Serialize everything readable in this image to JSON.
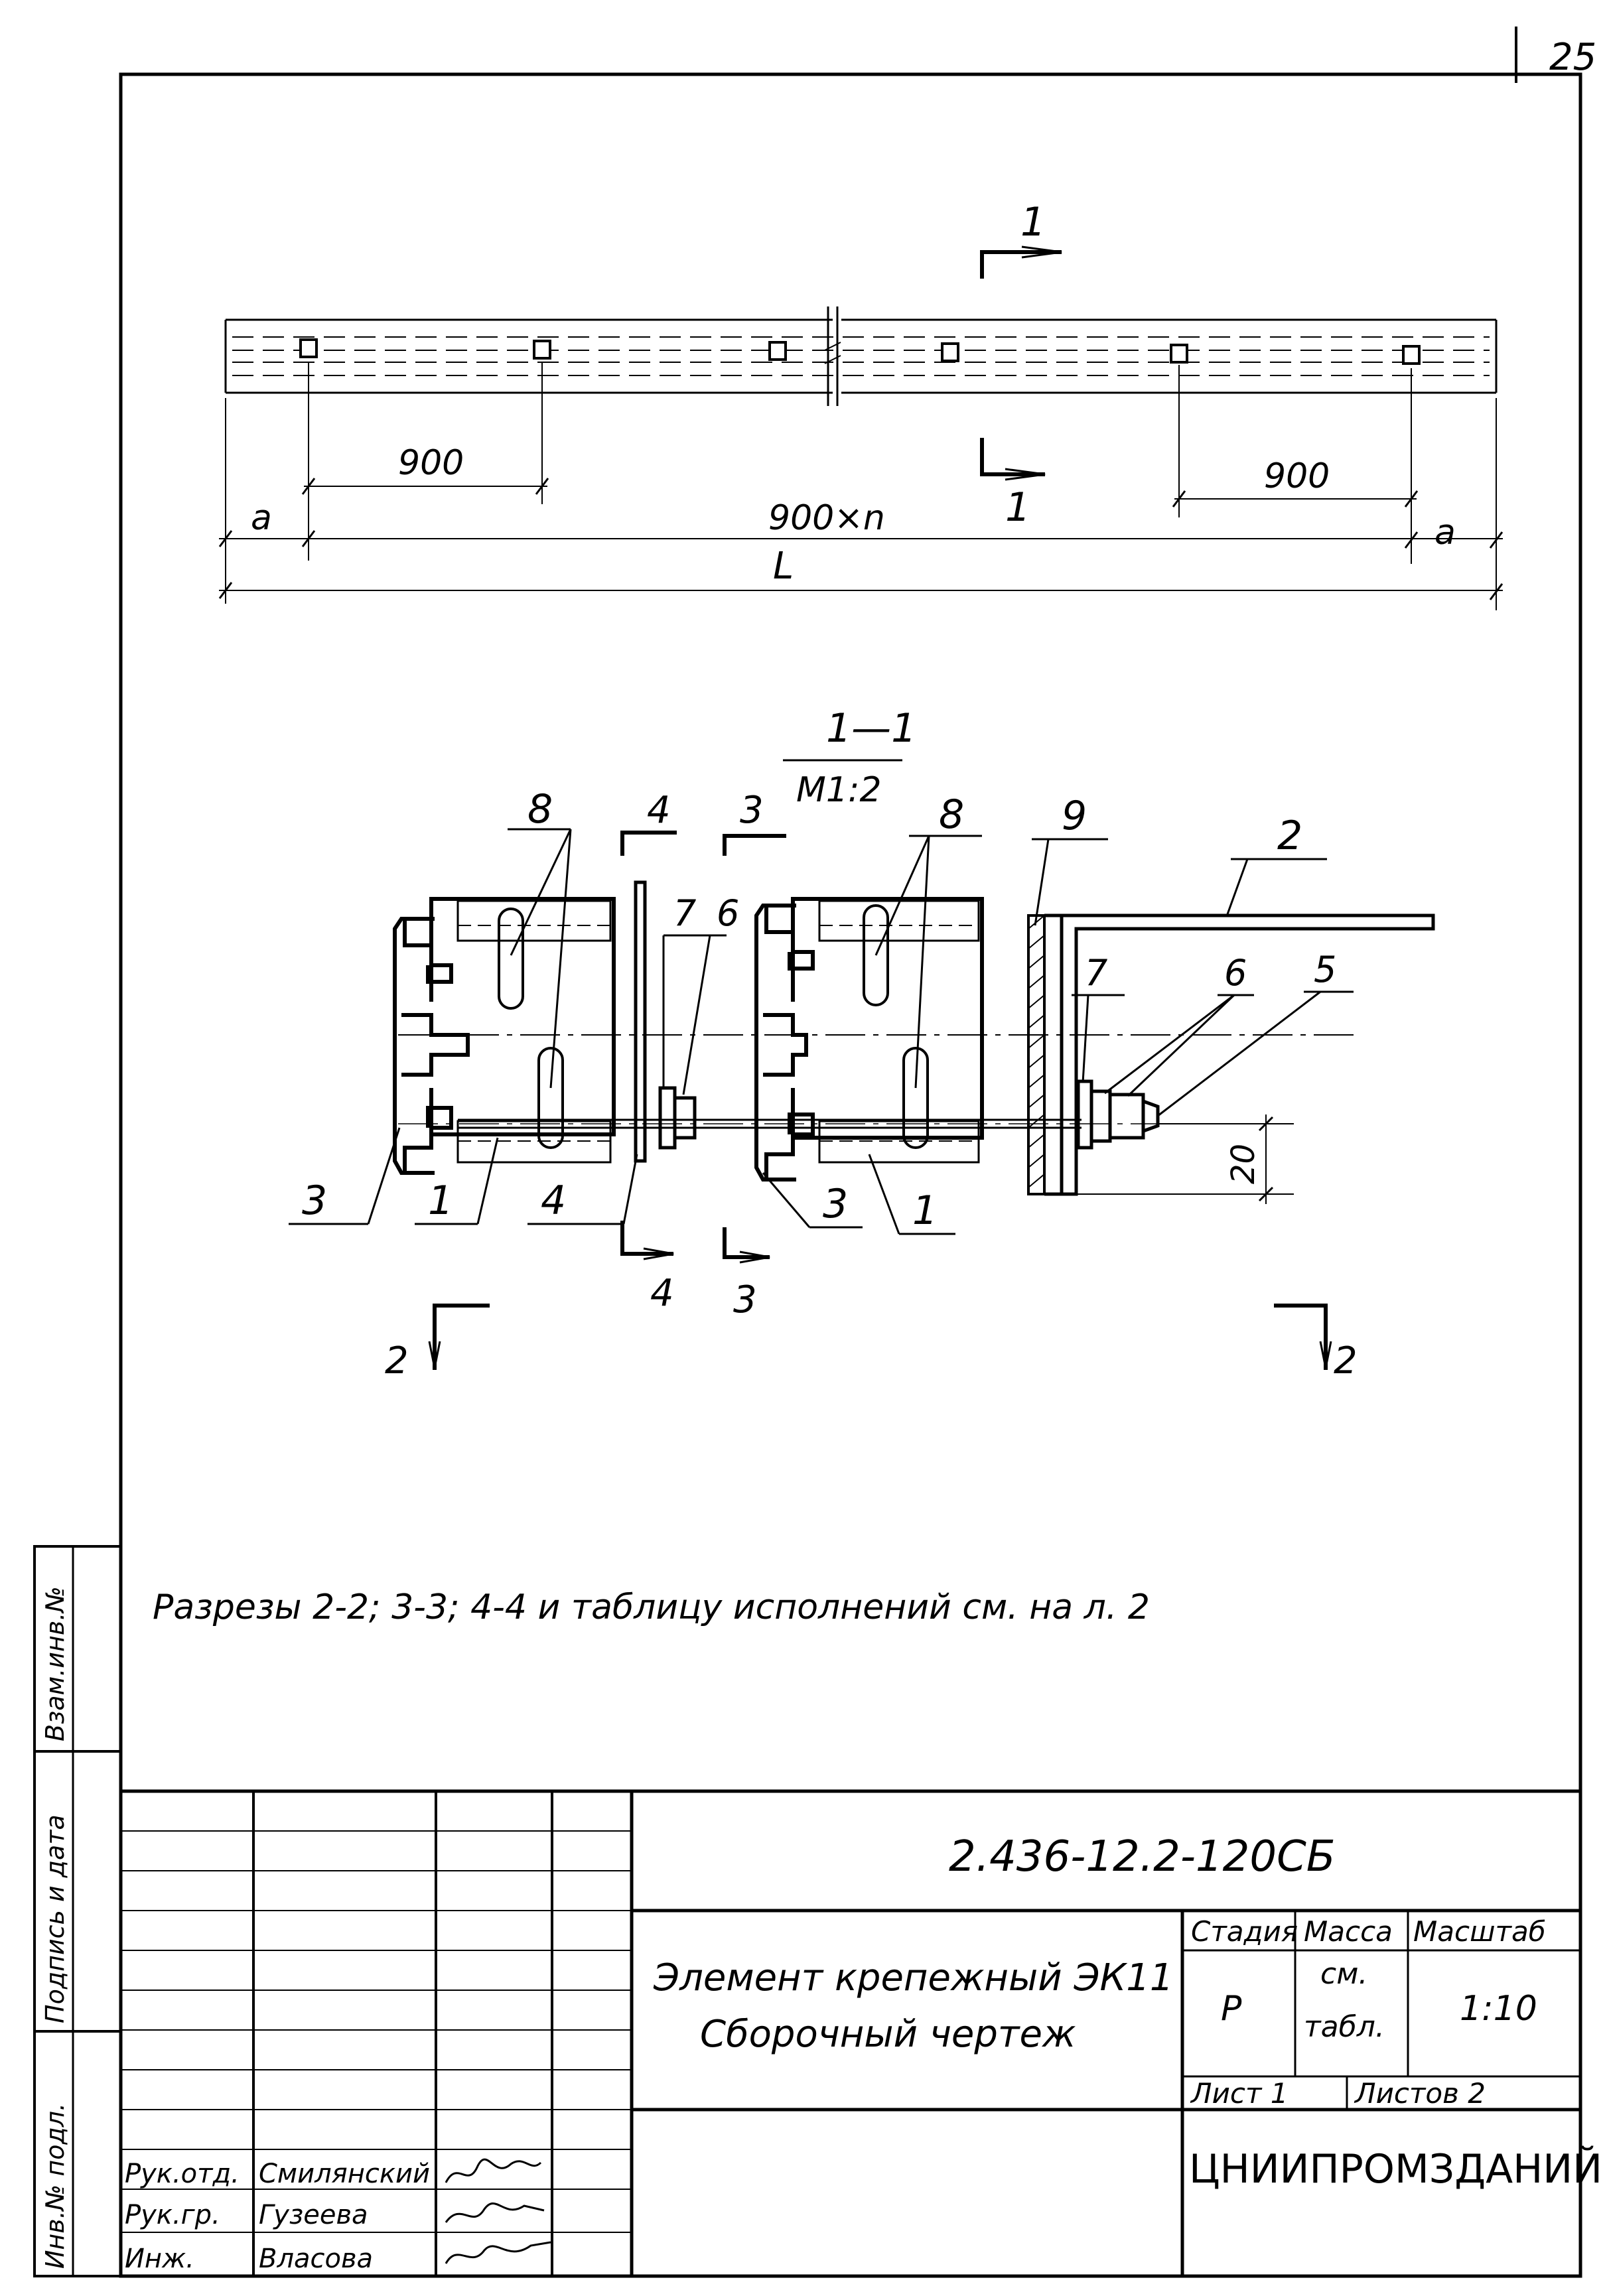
{
  "sheet_number": "25",
  "plan": {
    "section_mark": "1",
    "dim_spacing_left": "900",
    "dim_spacing_right": "900",
    "dim_edge_left": "a",
    "dim_edge_right": "a",
    "dim_total_bolts": "900×n",
    "dim_length": "L"
  },
  "section_view": {
    "title": "1—1",
    "scale": "M1:2",
    "cut_2": "2",
    "cut_3": "3",
    "cut_4": "4",
    "dim_20": "20",
    "callouts": {
      "c1": "1",
      "c2": "2",
      "c3": "3",
      "c4": "4",
      "c5": "5",
      "c6": "6",
      "c7": "7",
      "c8": "8",
      "c9": "9"
    }
  },
  "note": "Разрезы 2-2; 3-3; 4-4 и таблицу исполнений см. на л. 2",
  "left_margin": {
    "inv_no_orig": "Инв.№ подл.",
    "sign_date": "Подпись и дата",
    "replace_inv": "Взам.инв.№"
  },
  "title_block": {
    "doc_code": "2.436-12.2-120СБ",
    "name_line1": "Элемент крепежный ЭК11",
    "name_line2": "Сборочный чертеж",
    "stage_label": "Стадия",
    "mass_label": "Масса",
    "scale_label": "Масштаб",
    "stage_value": "Р",
    "mass_value_1": "см.",
    "mass_value_2": "табл.",
    "scale_value": "1:10",
    "sheet_label": "Лист 1",
    "sheets_label": "Листов 2",
    "organization": "ЦНИИПРОМЗДАНИЙ",
    "staff": [
      {
        "role": "Рук.отд.",
        "name": "Смилянский"
      },
      {
        "role": "Рук.гр.",
        "name": "Гузеева"
      },
      {
        "role": "Инж.",
        "name": "Власова"
      }
    ]
  }
}
